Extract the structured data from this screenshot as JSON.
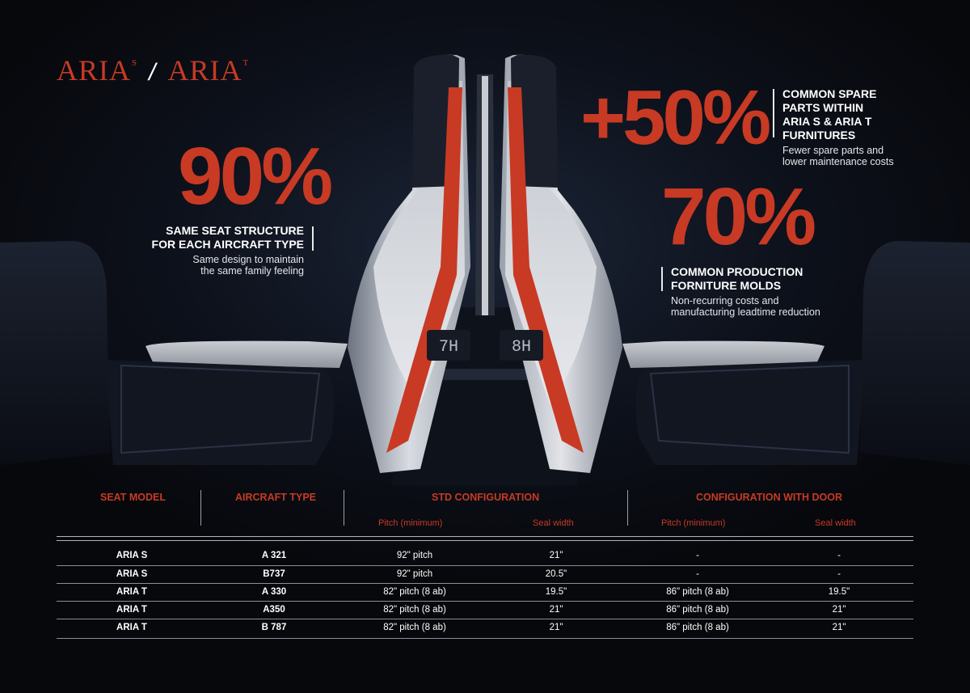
{
  "brand": {
    "name_s": "ARIA",
    "sup_s": "S",
    "separator": "/",
    "name_t": "ARIA",
    "sup_t": "T"
  },
  "seat_labels": [
    "7H",
    "8H"
  ],
  "stats": [
    {
      "value": "90%",
      "heading_lines": [
        "SAME SEAT STRUCTURE",
        "FOR EACH AIRCRAFT TYPE"
      ],
      "sub_lines": [
        "Same design to maintain",
        "the same family feeling"
      ]
    },
    {
      "value": "+50%",
      "heading_lines": [
        "COMMON SPARE",
        "PARTS WITHIN",
        "ARIA S & ARIA T",
        "FURNITURES"
      ],
      "sub_lines": [
        "Fewer spare parts and",
        "lower maintenance costs"
      ]
    },
    {
      "value": "70%",
      "heading_lines": [
        "COMMON PRODUCTION",
        "FORNITURE MOLDS"
      ],
      "sub_lines": [
        "Non-recurring costs and",
        "manufacturing leadtime reduction"
      ]
    }
  ],
  "table": {
    "headers": {
      "seat_model": "SEAT MODEL",
      "aircraft_type": "AIRCRAFT TYPE",
      "std": "STD CONFIGURATION",
      "door": "CONFIGURATION WITH DOOR"
    },
    "subheaders": {
      "std_pitch": "Pitch (minimum)",
      "std_width": "Seal width",
      "door_pitch": "Pitch (minimum)",
      "door_width": "Seal width"
    },
    "rows": [
      {
        "model": "ARIA S",
        "aircraft": "A 321",
        "std_pitch": "92\" pitch",
        "std_width": "21\"",
        "door_pitch": "-",
        "door_width": "-"
      },
      {
        "model": "ARIA S",
        "aircraft": "B737",
        "std_pitch": "92\" pitch",
        "std_width": "20.5\"",
        "door_pitch": "-",
        "door_width": "-"
      },
      {
        "model": "ARIA T",
        "aircraft": "A 330",
        "std_pitch": "82\" pitch (8 ab)",
        "std_width": "19.5\"",
        "door_pitch": "86\" pitch (8 ab)",
        "door_width": "19.5\""
      },
      {
        "model": "ARIA T",
        "aircraft": "A350",
        "std_pitch": "82\" pitch (8 ab)",
        "std_width": "21\"",
        "door_pitch": "86\" pitch (8 ab)",
        "door_width": "21\""
      },
      {
        "model": "ARIA T",
        "aircraft": "B 787",
        "std_pitch": "82\" pitch (8 ab)",
        "std_width": "21\"",
        "door_pitch": "86\" pitch (8 ab)",
        "door_width": "21\""
      }
    ]
  },
  "colors": {
    "accent": "#c83a24",
    "background": "#07080c",
    "seat_shell": "#d8dbe0"
  }
}
